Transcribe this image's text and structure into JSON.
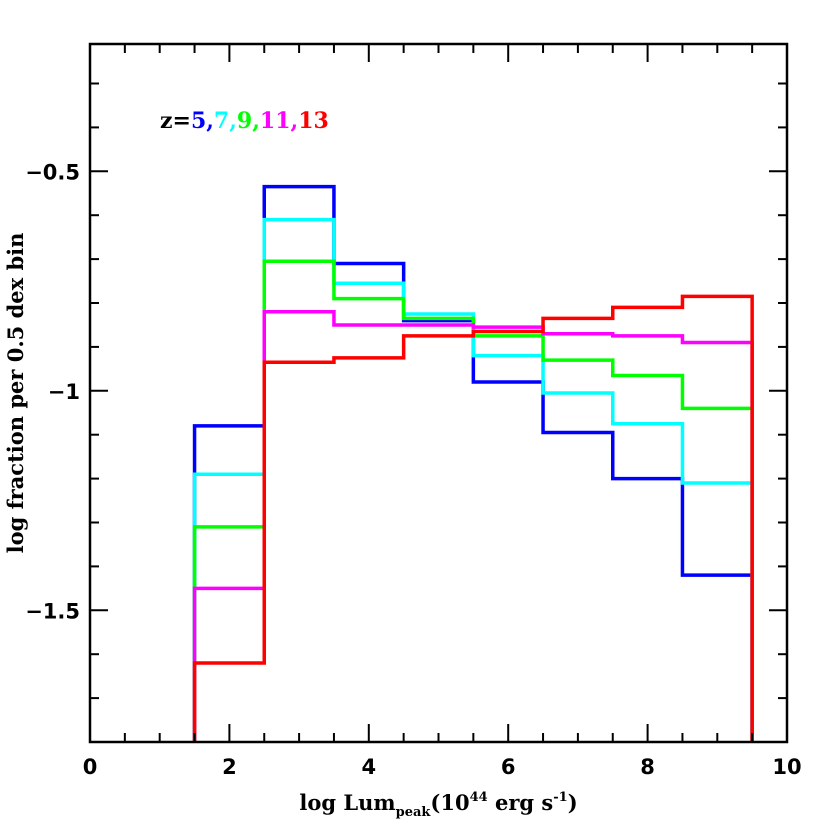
{
  "chart_data": {
    "type": "line",
    "style": "step-histogram",
    "xlabel_main": "log Lum",
    "xlabel_sub": "peak",
    "xlabel_paren_open": "(10",
    "xlabel_sup1": "44",
    "xlabel_mid": " erg s",
    "xlabel_sup2": "-1",
    "xlabel_close": ")",
    "ylabel": "log fraction per 0.5 dex bin",
    "xlim": [
      0,
      10
    ],
    "ylim": [
      -1.8,
      -0.21
    ],
    "xticks": [
      0,
      2,
      4,
      6,
      8,
      10
    ],
    "xtick_labels": [
      "0",
      "2",
      "4",
      "6",
      "8",
      "10"
    ],
    "yticks": [
      -0.5,
      -1,
      -1.5
    ],
    "ytick_labels": [
      "−0.5",
      "−1",
      "−1.5"
    ],
    "bin_edges": [
      1.5,
      2.5,
      3.5,
      4.5,
      5.5,
      6.5,
      7.5,
      8.5,
      9.5
    ],
    "legend": {
      "prefix": "z=",
      "entries": [
        {
          "text": "5",
          "color": "#0000ff"
        },
        {
          "text": ",",
          "color": "#0000ff"
        },
        {
          "text": "7",
          "color": "#00ffff"
        },
        {
          "text": ",",
          "color": "#00ffff"
        },
        {
          "text": "9",
          "color": "#00ff00"
        },
        {
          "text": ",",
          "color": "#00ff00"
        },
        {
          "text": "11",
          "color": "#ff00ff"
        },
        {
          "text": ",",
          "color": "#ff00ff"
        },
        {
          "text": "13",
          "color": "#ff0000"
        }
      ]
    },
    "series": [
      {
        "z": 5,
        "color": "#0000ff",
        "values": [
          -1.08,
          -0.535,
          -0.71,
          -0.84,
          -0.98,
          -1.095,
          -1.2,
          -1.42
        ]
      },
      {
        "z": 7,
        "color": "#00ffff",
        "values": [
          -1.19,
          -0.61,
          -0.755,
          -0.825,
          -0.92,
          -1.005,
          -1.075,
          -1.21
        ]
      },
      {
        "z": 9,
        "color": "#00ff00",
        "values": [
          -1.31,
          -0.705,
          -0.79,
          -0.835,
          -0.875,
          -0.93,
          -0.965,
          -1.04
        ]
      },
      {
        "z": 11,
        "color": "#ff00ff",
        "values": [
          -1.45,
          -0.82,
          -0.85,
          -0.85,
          -0.855,
          -0.87,
          -0.875,
          -0.89
        ]
      },
      {
        "z": 13,
        "color": "#ff0000",
        "values": [
          -1.62,
          -0.935,
          -0.925,
          -0.875,
          -0.865,
          -0.835,
          -0.81,
          -0.785
        ]
      }
    ]
  }
}
